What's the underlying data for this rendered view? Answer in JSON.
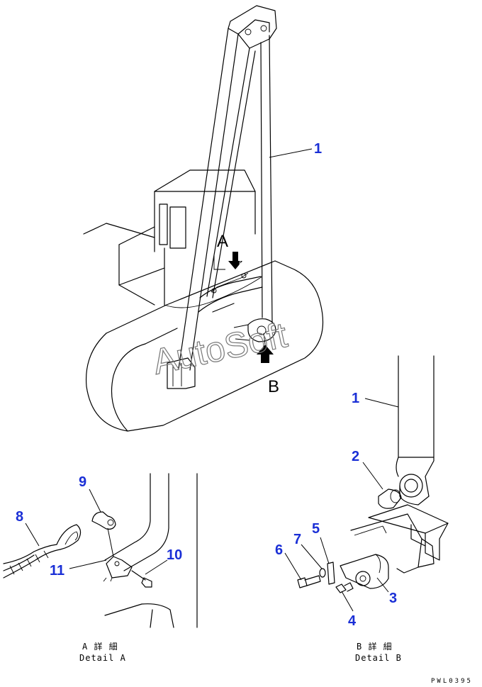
{
  "diagram": {
    "callouts": {
      "c1_top": "1",
      "c1_detail": "1",
      "c2": "2",
      "c3": "3",
      "c4": "4",
      "c5": "5",
      "c6": "6",
      "c7": "7",
      "c8": "8",
      "c9": "9",
      "c10": "10",
      "c11": "11"
    },
    "view_labels": {
      "a": "A",
      "b": "B"
    },
    "captions": {
      "detail_a_jp": "A 詳 細",
      "detail_a_en": "Detail A",
      "detail_b_jp": "B 詳 細",
      "detail_b_en": "Detail B"
    },
    "watermark": "AutoSoft",
    "drawing_code": "PWL0395",
    "colors": {
      "callout": "#1a2fd6",
      "line": "#000000",
      "watermark": "#777777"
    }
  }
}
